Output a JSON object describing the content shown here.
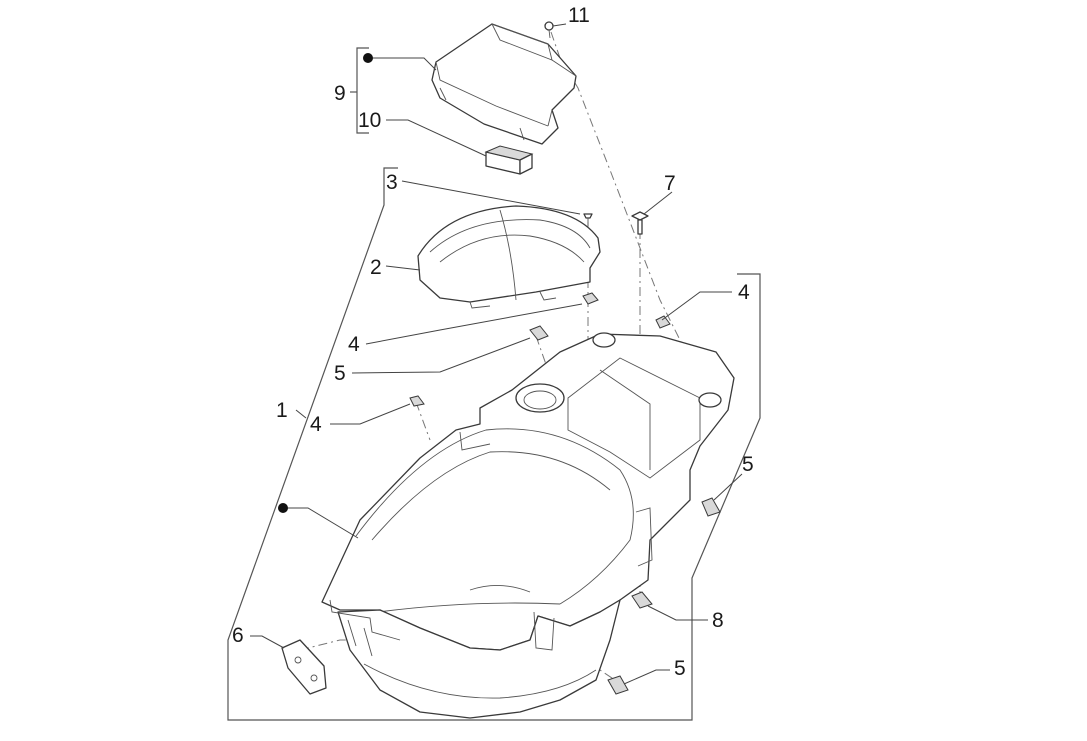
{
  "callouts": {
    "c1": "1",
    "c2": "2",
    "c3": "3",
    "c4a": "4",
    "c4b": "4",
    "c4c": "4",
    "c5a": "5",
    "c5b": "5",
    "c5c": "5",
    "c6": "6",
    "c7": "7",
    "c8": "8",
    "c9": "9",
    "c10": "10",
    "c11": "11"
  },
  "colors": {
    "line": "#3a3a3a",
    "text": "#1a1a1a",
    "background": "#ffffff"
  }
}
